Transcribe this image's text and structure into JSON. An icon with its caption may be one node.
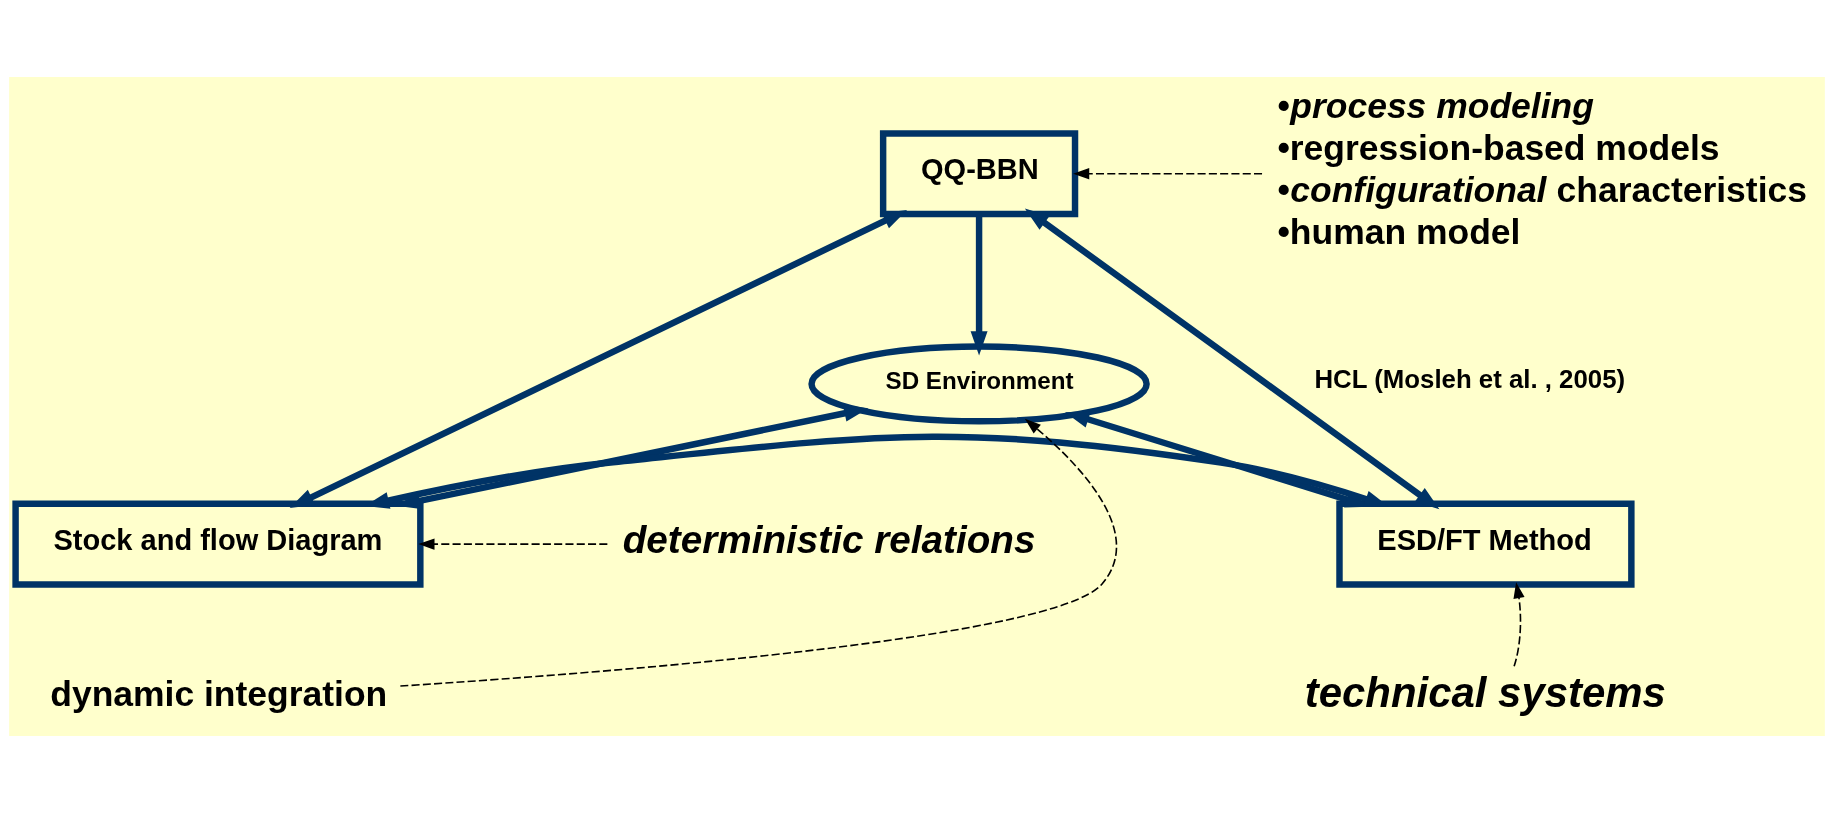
{
  "diagram": {
    "nodes": [
      {
        "text": [
          "QQ-BBN"
        ]
      },
      {
        "text": [
          "SD Environment"
        ]
      },
      {
        "text": [
          "Stock and flow Diagram"
        ]
      },
      {
        "text": [
          "ESD/FT Method"
        ]
      },
      {
        "text": [
          "•*process modeling*",
          "•regression-based models",
          "•*configurational* characteristics",
          "•human model"
        ]
      },
      {
        "text": [
          "deterministic relations"
        ]
      },
      {
        "text": [
          "dynamic integration"
        ]
      },
      {
        "text": [
          "technical systems"
        ]
      }
    ],
    "edges": [
      {
        "from": 0,
        "to": 1,
        "arrow": "to"
      },
      {
        "from": 0,
        "to": 2,
        "arrow": "both"
      },
      {
        "from": 0,
        "to": 3,
        "arrow": "both",
        "label": "HCL (Mosleh et al. , 2005)"
      },
      {
        "from": 2,
        "to": 1,
        "arrow": "both"
      },
      {
        "from": 1,
        "to": 3,
        "arrow": "both"
      },
      {
        "from": 2,
        "to": 3,
        "arrow": "both"
      },
      {
        "from": 4,
        "to": 0,
        "arrow": "to",
        "style": "dashed",
        "color": "#000000"
      },
      {
        "from": 5,
        "to": 2,
        "arrow": "to",
        "style": "dashed",
        "color": "#000000"
      },
      {
        "from": 6,
        "to": 1,
        "arrow": "to",
        "style": "dashed",
        "color": "#000000"
      },
      {
        "from": 7,
        "to": 3,
        "arrow": "to",
        "style": "dashed",
        "color": "#000000"
      }
    ]
  }
}
